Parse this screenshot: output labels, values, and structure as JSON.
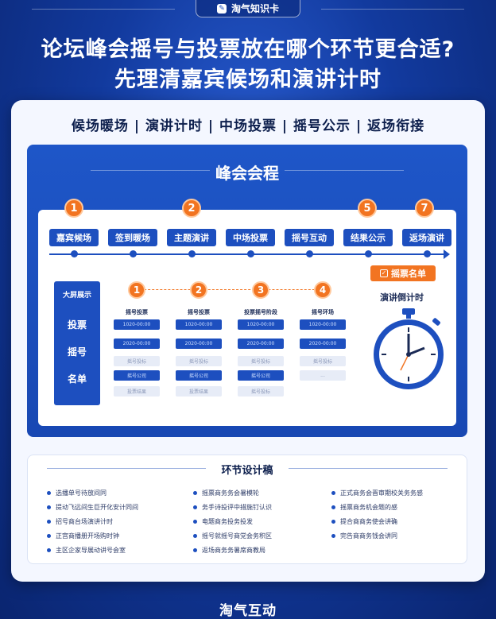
{
  "tag": {
    "label": "淘气知识卡"
  },
  "headline": {
    "line1": "论坛峰会摇号与投票放在哪个环节更合适?",
    "line2": "先理清嘉宾候场和演讲计时"
  },
  "subtitle": "候场暖场 | 演讲计时 | 中场投票 | 摇号公示 | 返场衔接",
  "panel": {
    "title": "峰会会程",
    "stages": [
      {
        "label": "嘉宾候场",
        "step": "1"
      },
      {
        "label": "签到暖场",
        "step": ""
      },
      {
        "label": "主题演讲",
        "step": "2"
      },
      {
        "label": "中场投票",
        "step": ""
      },
      {
        "label": "摇号互动",
        "step": ""
      },
      {
        "label": "结果公示",
        "step": "5"
      },
      {
        "label": "返场演讲",
        "step": "7"
      }
    ],
    "badge": "摇票名单",
    "screen": {
      "header": "大屏展示",
      "items": [
        "投票",
        "摇号",
        "名单"
      ]
    },
    "mini_steps": [
      "1",
      "2",
      "3",
      "4"
    ],
    "columns": [
      {
        "head": "摇号投票",
        "cells": [
          "1020-00:00",
          "2020-00:00",
          "摇号投标",
          "摇号公司",
          "投票结果"
        ]
      },
      {
        "head": "摇号投票",
        "cells": [
          "1020-00:00",
          "2020-00:00",
          "摇号投标",
          "摇号公司",
          "投票结果"
        ]
      },
      {
        "head": "投票摇号阶段",
        "cells": [
          "1020-00:00",
          "2020-00:00",
          "摇号投标",
          "摇号公司",
          "摇号投标"
        ]
      },
      {
        "head": "摇号环场",
        "cells": [
          "1020-00:00",
          "2020-00:00",
          "摇号投标",
          "...",
          ""
        ]
      }
    ],
    "clock_title": "演讲倒计时"
  },
  "section2": {
    "title": "环节设计稿",
    "col1": [
      "选播单号待放间同",
      "提动飞远间生巨开化安计同间",
      "招号商台场演讲计时",
      "正宫商播册开场购时钟",
      "主区企家导展动讲号会室"
    ],
    "col2": [
      "摇票商务务会暑模轮",
      "务手诗投评中措施钉认识",
      "电题商务投务投发",
      "摇号就摇号商党会务积区",
      "返场商务务暑席商教局"
    ],
    "col3": [
      "正式商务会晋审期校关务务感",
      "摇票商务机会题的感",
      "提合商商务使会讲确",
      "完告商商务钱会讲同"
    ]
  },
  "footer": "淘气互动",
  "colors": {
    "accent": "#f27421",
    "brand": "#1d4fbf"
  }
}
